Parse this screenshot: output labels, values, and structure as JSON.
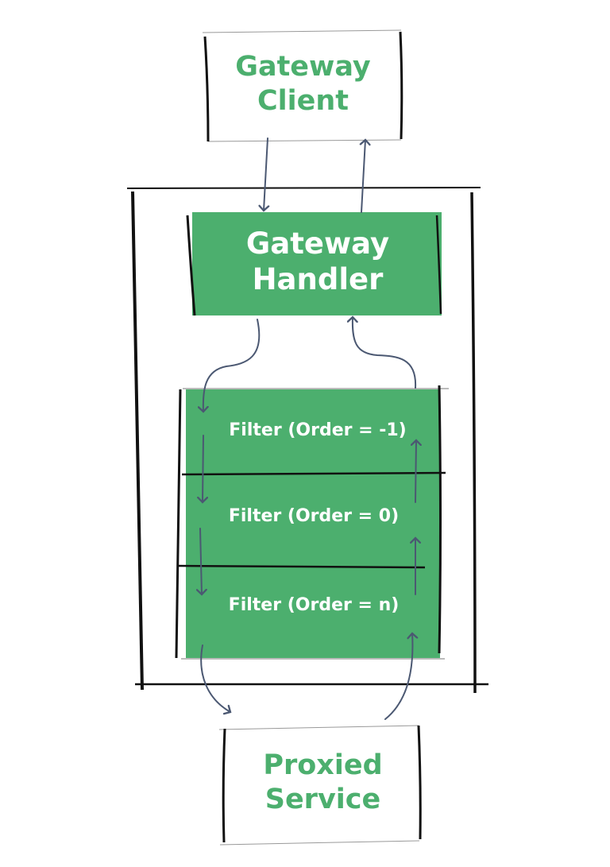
{
  "diagram": {
    "title": "Spring Cloud Gateway request flow",
    "colors": {
      "accent_green": "#4caf6e",
      "box_fill_green": "#4caf6e",
      "arrow": "#4b5872",
      "border": "#111111"
    },
    "nodes": {
      "gateway_client": {
        "line1": "Gateway",
        "line2": "Client"
      },
      "gateway_handler": {
        "line1": "Gateway",
        "line2": "Handler"
      },
      "filters": [
        {
          "label": "Filter (Order = -1)"
        },
        {
          "label": "Filter (Order = 0)"
        },
        {
          "label": "Filter (Order = n)"
        }
      ],
      "proxied_service": {
        "line1": "Proxied",
        "line2": "Service"
      }
    },
    "edges": [
      {
        "from": "gateway_client",
        "to": "gateway_handler",
        "direction": "request"
      },
      {
        "from": "gateway_handler",
        "to": "gateway_client",
        "direction": "response"
      },
      {
        "from": "gateway_handler",
        "to": "filters",
        "direction": "request"
      },
      {
        "from": "filters",
        "to": "gateway_handler",
        "direction": "response"
      },
      {
        "from": "filters",
        "to": "proxied_service",
        "direction": "request"
      },
      {
        "from": "proxied_service",
        "to": "filters",
        "direction": "response"
      }
    ]
  }
}
